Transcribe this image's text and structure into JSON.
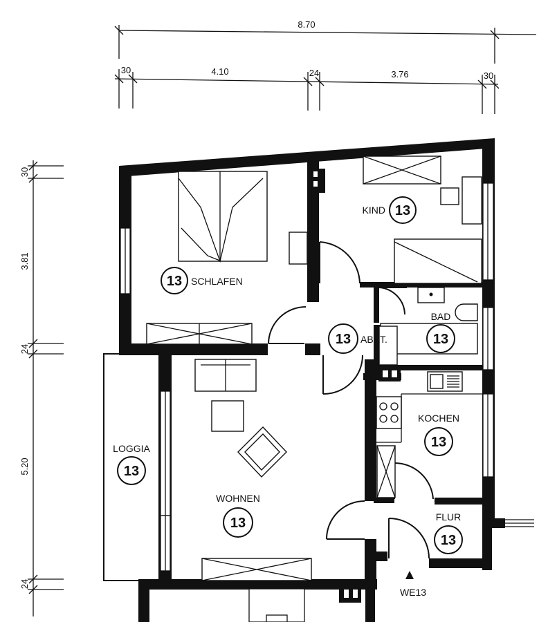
{
  "dimensions": {
    "top_total": "8.70",
    "top_segments": [
      "30",
      "4.10",
      "24",
      "3.76",
      "30"
    ],
    "left_segments": [
      "30",
      "3.81",
      "24",
      "5.20",
      "24"
    ]
  },
  "rooms": [
    {
      "id": "schlafen",
      "label": "SCHLAFEN",
      "number": "13"
    },
    {
      "id": "kind",
      "label": "KIND",
      "number": "13"
    },
    {
      "id": "abst",
      "label": "ABST.",
      "number": "13"
    },
    {
      "id": "bad",
      "label": "BAD",
      "number": "13"
    },
    {
      "id": "loggia",
      "label": "LOGGIA",
      "number": "13"
    },
    {
      "id": "kochen",
      "label": "KOCHEN",
      "number": "13"
    },
    {
      "id": "wohnen",
      "label": "WOHNEN",
      "number": "13"
    },
    {
      "id": "flur",
      "label": "FLUR",
      "number": "13"
    }
  ],
  "entrance": {
    "label": "WE13"
  }
}
